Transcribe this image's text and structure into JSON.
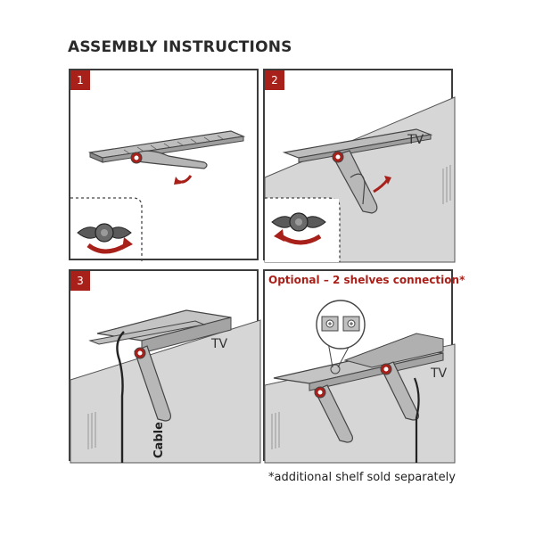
{
  "title": "ASSEMBLY INSTRUCTIONS",
  "panels": [
    {
      "number": "1"
    },
    {
      "number": "2",
      "tv_label": "TV"
    },
    {
      "number": "3",
      "tv_label": "TV",
      "cable_label": "Cable"
    },
    {
      "number": "",
      "heading": "Optional – 2 shelves connection*",
      "tv_label": "TV"
    }
  ],
  "footnote": "*additional shelf sold separately",
  "colors": {
    "accent": "#a8201a",
    "wall": "#d6d6d6",
    "metal": "#9a9a9a",
    "outline": "#3c3c3c"
  },
  "icons": [
    "wing-nut-icon",
    "rotate-arrow-icon",
    "screw-icon"
  ]
}
